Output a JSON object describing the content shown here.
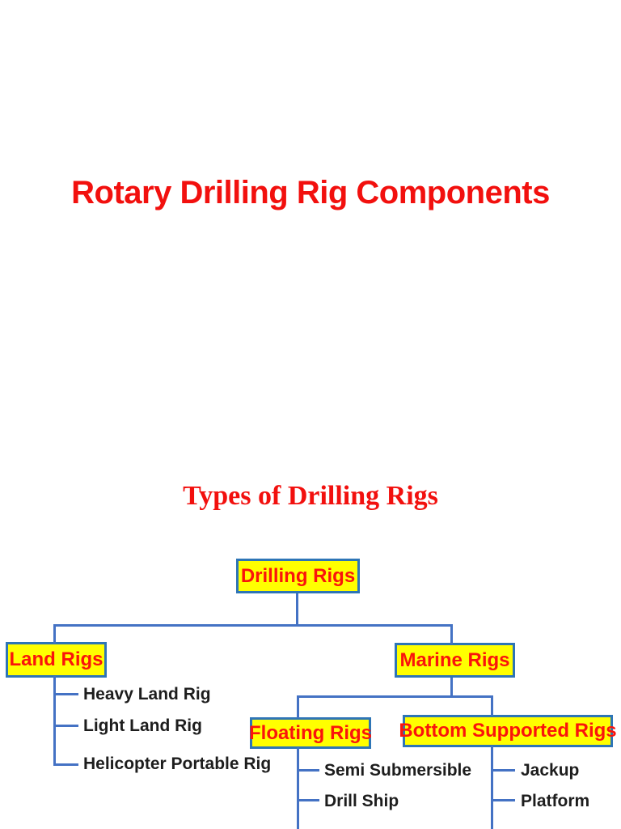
{
  "slide": {
    "title": "Rotary Drilling Rig Components",
    "section_title": "Types of Drilling Rigs"
  },
  "colors": {
    "background": "#FFFFFF",
    "title_red": "#F2100E",
    "node_text_red": "#FA140C",
    "node_fill_yellow": "#FFFF00",
    "node_border_blue": "#2E75B6",
    "connector_blue": "#4472C4",
    "leaf_text": "#1D1D1D"
  },
  "tree": {
    "root": {
      "label": "Drilling Rigs"
    },
    "land": {
      "label": "Land Rigs",
      "items": [
        "Heavy Land Rig",
        "Light Land Rig",
        "Helicopter Portable Rig"
      ]
    },
    "marine": {
      "label": "Marine Rigs"
    },
    "floating": {
      "label": "Floating Rigs",
      "items": [
        "Semi Submersible",
        "Drill Ship"
      ]
    },
    "bottom_supported": {
      "label": "Bottom Supported Rigs",
      "items": [
        "Jackup",
        "Platform"
      ]
    }
  }
}
